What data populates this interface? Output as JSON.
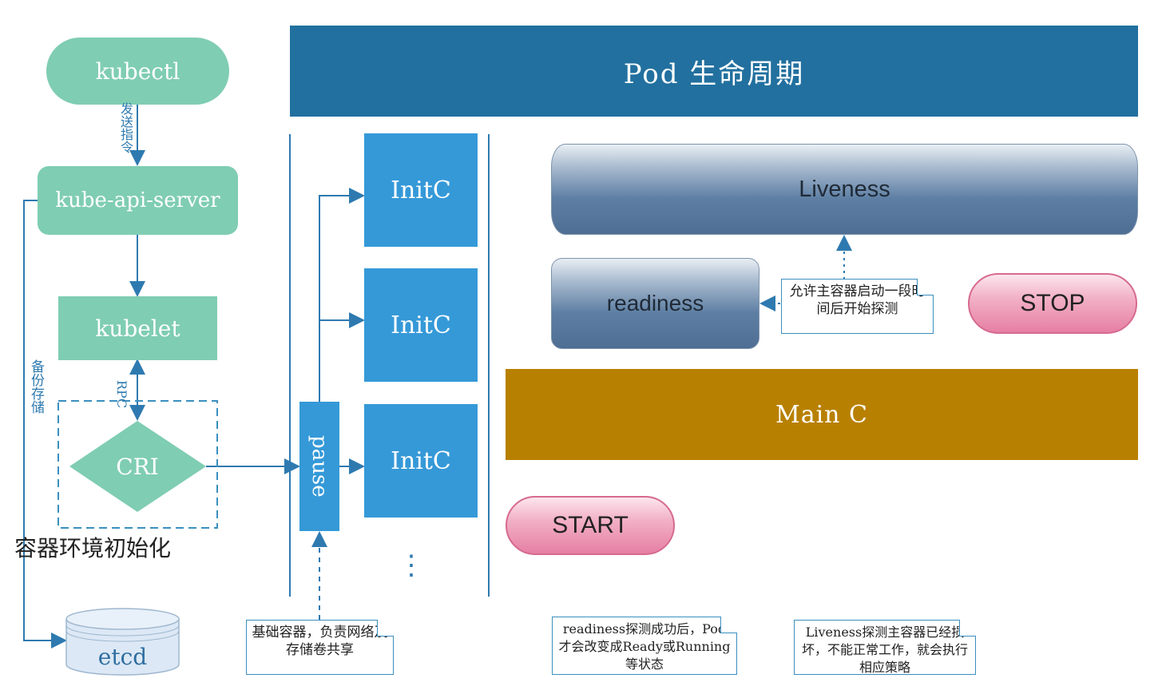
{
  "banner": {
    "title": "Pod 生命周期"
  },
  "left_flow": {
    "kubectl": "kubectl",
    "send_command": "发送指令",
    "api_server": "kube-api-server",
    "kubelet": "kubelet",
    "rpc": "RPC",
    "cri": "CRI",
    "backup_storage": "备份存储",
    "etcd": "etcd",
    "env_init": "容器环境初始化"
  },
  "pause": {
    "label": "pause",
    "note": "基础容器，负责网络及存储卷共享"
  },
  "init_containers": [
    "InitC",
    "InitC",
    "InitC"
  ],
  "ellipsis": "⋮",
  "probes": {
    "liveness": "Liveness",
    "readiness": "readiness",
    "readiness_delay_note": "允许主容器启动一段时间后开始探测",
    "stop": "STOP",
    "main_c": "Main C",
    "start": "START",
    "readiness_note": "readiness探测成功后，Pod才会改变成Ready或Running 等状态",
    "liveness_note": "Liveness探测主容器已经损坏，不能正常工作，就会执行相应策略"
  },
  "colors": {
    "banner": "#22709f",
    "green": "#7fcdb3",
    "blue_box": "#3599d8",
    "main_c": "#b88000",
    "probe_gradient_top": "#c7d1dd",
    "probe_gradient_bottom": "#4f6e93",
    "pill_pink": "#e67fa3",
    "connector": "#2e7ab0"
  }
}
